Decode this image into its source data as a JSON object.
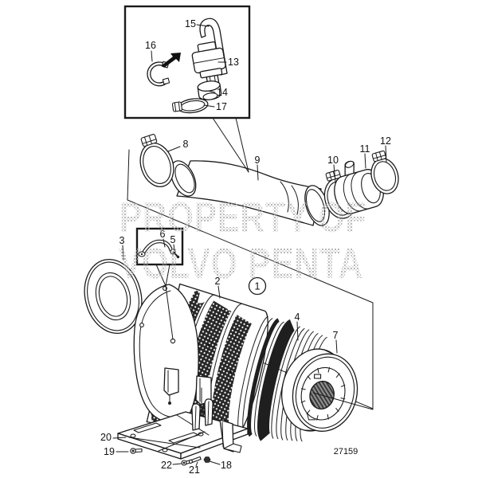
{
  "diagram": {
    "watermark": {
      "line1": "PROPERTY OF",
      "line2": "VOLVO PENTA"
    },
    "drawing_number": "27159",
    "callouts": {
      "1": "1",
      "2": "2",
      "3": "3",
      "4": "4",
      "5": "5",
      "6": "6",
      "7": "7",
      "8": "8",
      "9": "9",
      "10": "10",
      "11": "11",
      "12": "12",
      "13": "13",
      "14": "14",
      "15": "15",
      "16": "16",
      "17": "17",
      "18": "18",
      "19": "19",
      "20": "20",
      "21": "21",
      "22": "22"
    }
  }
}
